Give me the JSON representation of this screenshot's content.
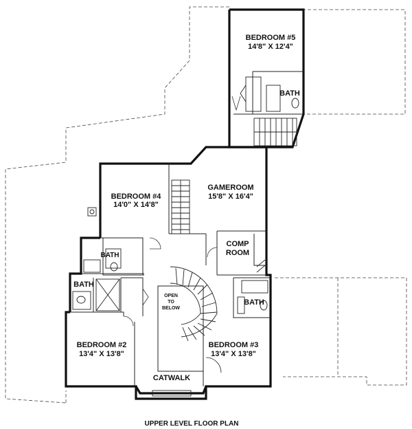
{
  "plan": {
    "title": "UPPER LEVEL FLOOR PLAN",
    "rooms": [
      {
        "id": "bedroom5",
        "name": "BEDROOM #5",
        "size": "14'8\" X 12'4\""
      },
      {
        "id": "bath5",
        "name": "BATH"
      },
      {
        "id": "gameroom",
        "name": "GAMEROOM",
        "size": "15'8\" X 16'4\""
      },
      {
        "id": "bedroom4",
        "name": "BEDROOM #4",
        "size": "14'0\" X 14'8\""
      },
      {
        "id": "comp",
        "name": "COMP",
        "name2": "ROOM"
      },
      {
        "id": "bath4",
        "name": "BATH"
      },
      {
        "id": "bath2",
        "name": "BATH"
      },
      {
        "id": "open",
        "lines": [
          "OPEN",
          "TO",
          "BELOW"
        ]
      },
      {
        "id": "bath3",
        "name": "BATH"
      },
      {
        "id": "bedroom2",
        "name": "BEDROOM #2",
        "size": "13'4\" X 13'8\""
      },
      {
        "id": "bedroom3",
        "name": "BEDROOM #3",
        "size": "13'4\" X 13'8\""
      },
      {
        "id": "catwalk",
        "name": "CATWALK"
      }
    ]
  }
}
